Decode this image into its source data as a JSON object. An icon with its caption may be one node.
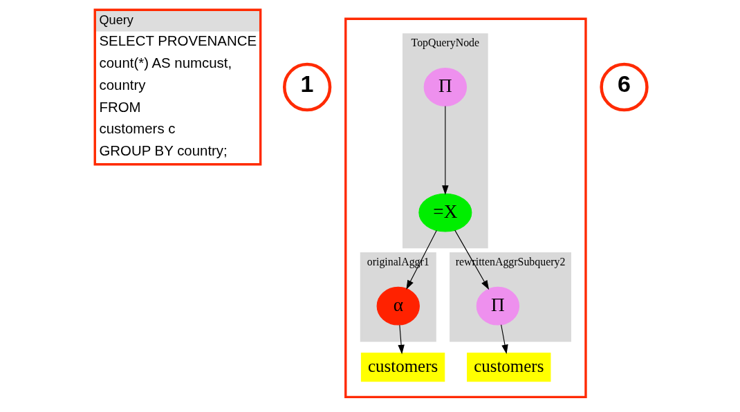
{
  "diagram": {
    "nodes": [
      {
        "text": [
          "Query",
          "SELECT PROVENANCE",
          "count(*) AS numcust,",
          "country",
          "FROM",
          "customers c",
          "GROUP BY country;"
        ]
      },
      {
        "text": [
          "1"
        ]
      },
      {
        "text": [],
        "shape": "box"
      },
      {
        "text": [
          "6"
        ]
      },
      {
        "text": [
          "TopQueryNode"
        ],
        "in": 2
      },
      {
        "text": [
          "Π"
        ],
        "in": 4
      },
      {
        "text": [
          "=X"
        ],
        "in": 4
      },
      {
        "text": [
          "originalAggr1"
        ],
        "in": 2
      },
      {
        "text": [
          "α"
        ],
        "in": 7
      },
      {
        "text": [
          "rewrittenAggrSubquery2"
        ],
        "in": 2
      },
      {
        "text": [
          "Π"
        ],
        "in": 9
      },
      {
        "text": [
          "customers"
        ],
        "in": 2
      },
      {
        "text": [
          "customers"
        ],
        "in": 2
      }
    ],
    "edges": [
      {
        "from": 5,
        "to": 6,
        "arrow": "to"
      },
      {
        "from": 6,
        "to": 8,
        "arrow": "to"
      },
      {
        "from": 6,
        "to": 10,
        "arrow": "to"
      },
      {
        "from": 8,
        "to": 11,
        "arrow": "to"
      },
      {
        "from": 10,
        "to": 12,
        "arrow": "to"
      }
    ]
  }
}
